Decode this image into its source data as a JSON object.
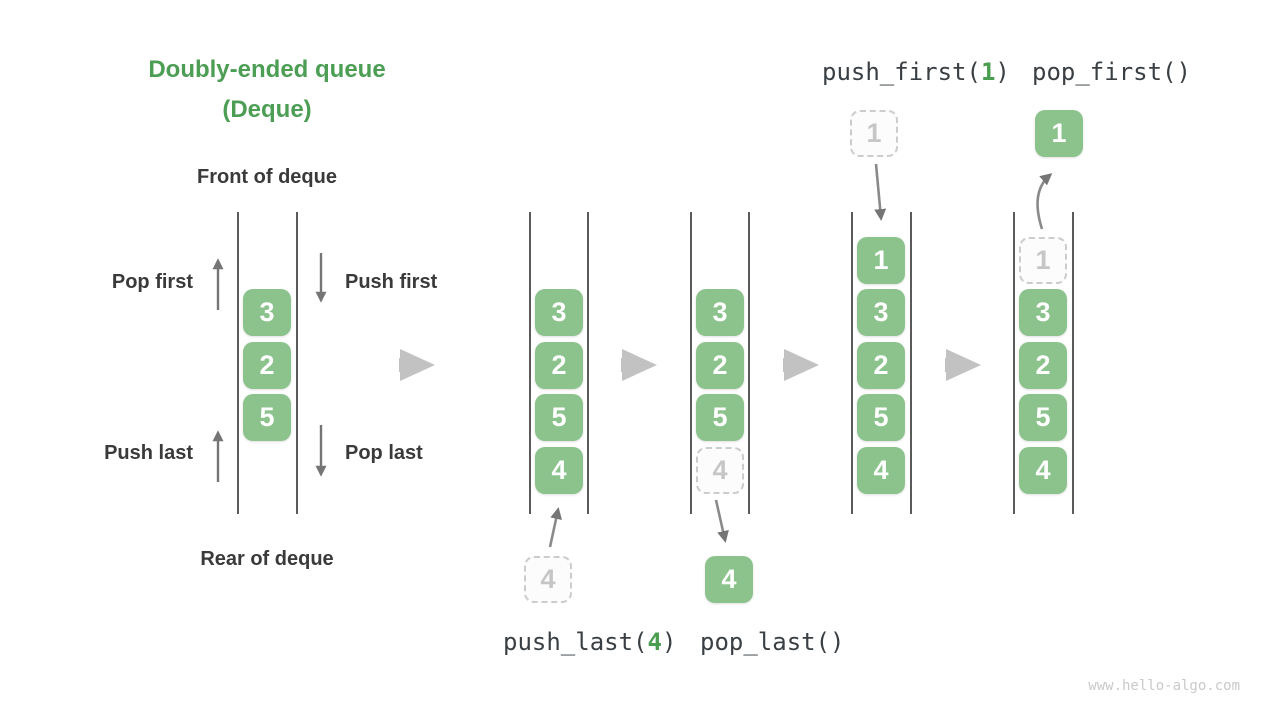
{
  "title": {
    "line1": "Doubly-ended queue",
    "line2": "(Deque)"
  },
  "labels": {
    "front": "Front of deque",
    "rear": "Rear of deque",
    "pop_first": "Pop first",
    "push_first": "Push first",
    "push_last": "Push last",
    "pop_last": "Pop last"
  },
  "operations": {
    "push_first": {
      "prefix": "push_first(",
      "arg": "1",
      "suffix": ")"
    },
    "pop_first": "pop_first()",
    "push_last": {
      "prefix": "push_last(",
      "arg": "4",
      "suffix": ")"
    },
    "pop_last": "pop_last()"
  },
  "states": [
    {
      "name": "initial-deque",
      "cells": [
        "3",
        "2",
        "5"
      ]
    },
    {
      "name": "after-push-last",
      "cells": [
        "3",
        "2",
        "5",
        "4"
      ]
    },
    {
      "name": "after-pop-last",
      "cells": [
        "3",
        "2",
        "5"
      ],
      "ghost": "4"
    },
    {
      "name": "after-push-first",
      "cells": [
        "1",
        "3",
        "2",
        "5",
        "4"
      ]
    },
    {
      "name": "after-pop-first",
      "cells": [
        "3",
        "2",
        "5",
        "4"
      ],
      "ghost": "1"
    }
  ],
  "floating_values": {
    "push_last_operand": "4",
    "pop_last_result": "4",
    "push_first_operand": "1",
    "pop_first_result": "1"
  },
  "watermark": "www.hello-algo.com",
  "icons": {
    "transition": "thick-right-block-arrow",
    "flow": "thin-gray-arrow"
  },
  "colors": {
    "accent_green": "#4c9e55",
    "cell_green": "#8cc38c",
    "code_arg_green": "#4a9e50",
    "text_dark": "#3a3a3a",
    "ghost_gray": "#c6c6c6",
    "arrow_gray": "#757575",
    "block_arrow_gray": "#c2c2c2",
    "wall_gray": "#5a5a5a"
  }
}
